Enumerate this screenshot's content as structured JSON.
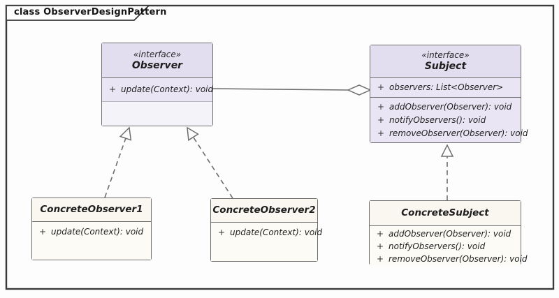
{
  "frame": {
    "title": "class ObserverDesignPattern"
  },
  "classes": {
    "observer": {
      "stereotype": "«interface»",
      "name": "Observer",
      "operations": [
        {
          "visibility": "+",
          "signature": "update(Context): void"
        }
      ]
    },
    "subject": {
      "stereotype": "«interface»",
      "name": "Subject",
      "attributes": [
        {
          "visibility": "+",
          "signature": "observers: List<Observer>"
        }
      ],
      "operations": [
        {
          "visibility": "+",
          "signature": "addObserver(Observer): void"
        },
        {
          "visibility": "+",
          "signature": "notifyObservers(): void"
        },
        {
          "visibility": "+",
          "signature": "removeObserver(Observer): void"
        }
      ]
    },
    "concrete_observer1": {
      "name": "ConcreteObserver1",
      "operations": [
        {
          "visibility": "+",
          "signature": "update(Context): void"
        }
      ]
    },
    "concrete_observer2": {
      "name": "ConcreteObserver2",
      "operations": [
        {
          "visibility": "+",
          "signature": "update(Context): void"
        }
      ]
    },
    "concrete_subject": {
      "name": "ConcreteSubject",
      "operations": [
        {
          "visibility": "+",
          "signature": "addObserver(Observer): void"
        },
        {
          "visibility": "+",
          "signature": "notifyObservers(): void"
        },
        {
          "visibility": "+",
          "signature": "removeObserver(Observer): void"
        }
      ]
    }
  },
  "relationships": [
    {
      "from": "Subject",
      "to": "Observer",
      "type": "aggregation"
    },
    {
      "from": "ConcreteObserver1",
      "to": "Observer",
      "type": "realization"
    },
    {
      "from": "ConcreteObserver2",
      "to": "Observer",
      "type": "realization"
    },
    {
      "from": "ConcreteSubject",
      "to": "Subject",
      "type": "realization"
    }
  ],
  "colors": {
    "interface_header": "#e2ddef",
    "interface_body": "#e9e5f4",
    "interface_empty": "#f5f3fa",
    "class_header": "#faf7f1",
    "class_body": "#fdfbf6",
    "border": "#6e6e6e",
    "frame_border": "#3a3a3a",
    "text": "#1e1e1e"
  }
}
